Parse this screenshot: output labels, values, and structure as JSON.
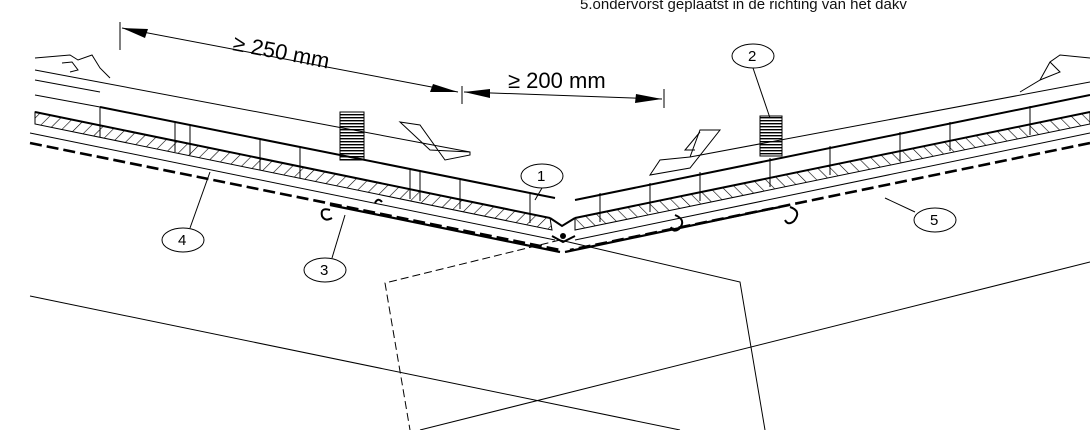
{
  "caption": "5.ondervorst geplaatst in de richting van het dakv",
  "dimensions": {
    "overlap": "≥ 250 mm",
    "gap": "≥ 200 mm"
  },
  "callouts": [
    "1",
    "2",
    "3",
    "4",
    "5"
  ],
  "colors": {
    "line": "#000000",
    "background": "#ffffff"
  }
}
